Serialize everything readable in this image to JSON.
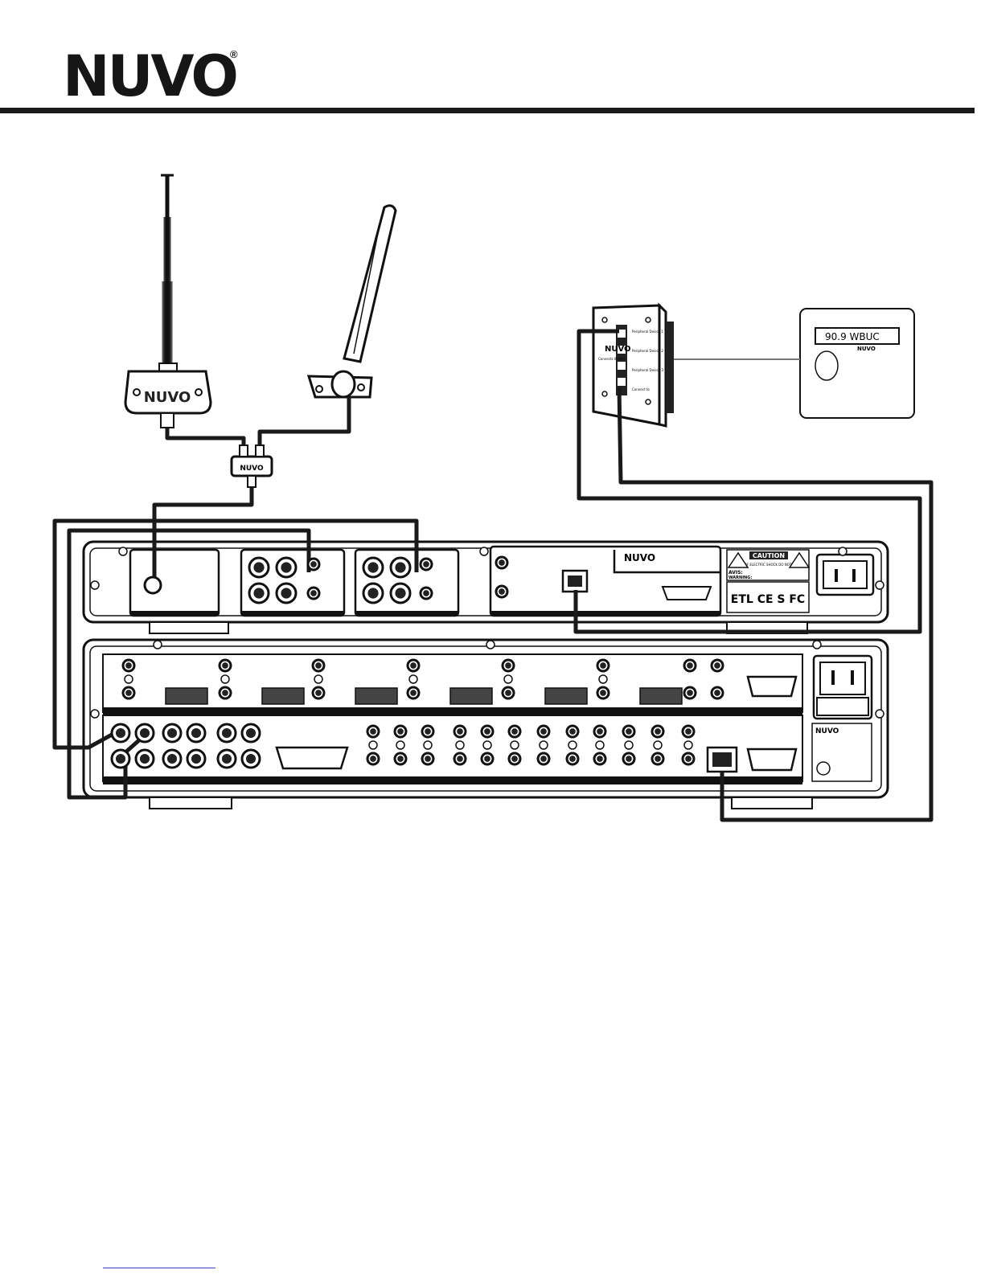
{
  "brand": {
    "logo_text": "NUVO",
    "registered_mark": "®"
  },
  "labels": {
    "antenna_box_logo": "NUVO",
    "splitter_logo": "NUVO",
    "wallplate_logo": "NUVO",
    "wallplate_model": "Connects IR Port",
    "wallplate_port1": "Peripheral Device 1",
    "wallplate_port2": "Peripheral Device 2",
    "wallplate_port3": "Peripheral Device 3",
    "wallplate_port4": "Connect to",
    "keypad_display": "90.9 WBUC",
    "keypad_logo": "NUVO",
    "tuner_logo": "NUVO",
    "caution_title": "CAUTION",
    "caution_sub": "RISK OF ELECTRIC SHOCK DO NOT OPEN",
    "avis": "AVIS:",
    "warning": "WARNING:",
    "cert_marks": "ETL CE S FC",
    "amp_logo": "NUVO"
  },
  "colors": {
    "stroke": "#111111",
    "cable": "#1a1a1a",
    "panel_fill": "#f5f5f5",
    "keypad_fill": "#f0f0f0"
  }
}
